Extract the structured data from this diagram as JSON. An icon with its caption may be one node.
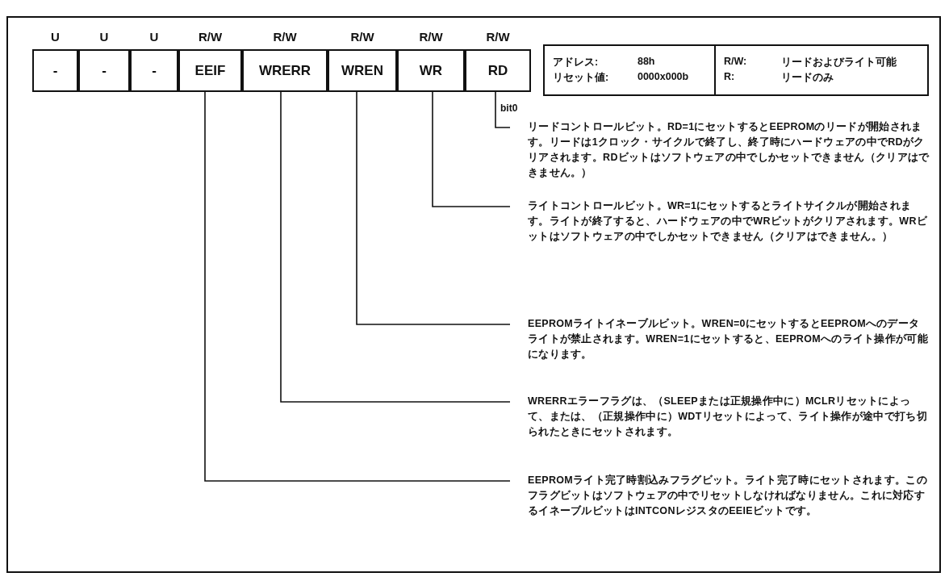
{
  "diagram": {
    "nodes": [
      {
        "text": [
          "-"
        ],
        "beside": [
          "U"
        ]
      },
      {
        "text": [
          "-"
        ],
        "beside": [
          "U"
        ]
      },
      {
        "text": [
          "-"
        ],
        "beside": [
          "U"
        ]
      },
      {
        "text": [
          "EEIF"
        ],
        "beside": [
          "R/W"
        ]
      },
      {
        "text": [
          "WRERR"
        ],
        "beside": [
          "R/W"
        ]
      },
      {
        "text": [
          "WREN"
        ],
        "beside": [
          "R/W"
        ]
      },
      {
        "text": [
          "WR"
        ],
        "beside": [
          "R/W"
        ]
      },
      {
        "text": [
          "RD"
        ],
        "beside": [
          "R/W"
        ]
      },
      {
        "text": [
          "アドレス:",
          "88h",
          "リセット値:",
          "0000x000b"
        ]
      },
      {
        "text": [
          "R/W:",
          "リードおよびライト可能",
          "R:",
          "リードのみ"
        ]
      },
      {
        "text": [
          "リードコントロールビット。RD=1にセットするとEEPROMのリードが開始されます。リードは1クロック・サイクルで終了し、終了時にハードウェアの中でRDがクリアされます。RDビットはソフトウェアの中でしかセットできません（クリアはできません。）"
        ]
      },
      {
        "text": [
          "ライトコントロールビット。WR=1にセットするとライトサイクルが開始されます。ライトが終了すると、ハードウェアの中でWRビットがクリアされます。WRビットはソフトウェアの中でしかセットできません（クリアはできません。）"
        ]
      },
      {
        "text": [
          "EEPROMライトイネーブルビット。WREN=0にセットするとEEPROMへのデータライトが禁止されます。WREN=1にセットすると、EEPROMへのライト操作が可能になります。"
        ]
      },
      {
        "text": [
          "WRERRエラーフラグは、（SLEEPまたは正規操作中に）MCLRリセットによって、または、（正規操作中に）WDTリセットによって、ライト操作が途中で打ち切られたときにセットされます。"
        ]
      },
      {
        "text": [
          "EEPROMライト完了時割込みフラグビット。ライト完了時にセットされます。このフラグビットはソフトウェアの中でリセットしなければなりません。これに対応するイネーブルビットはINTCONレジスタのEEIEビットです。"
        ]
      }
    ],
    "edges": [
      {
        "from": 7,
        "to": 10,
        "arrow": "none"
      },
      {
        "from": 6,
        "to": 11,
        "arrow": "none"
      },
      {
        "from": 5,
        "to": 12,
        "arrow": "none"
      },
      {
        "from": 4,
        "to": 13,
        "arrow": "none"
      },
      {
        "from": 3,
        "to": 14,
        "arrow": "none"
      }
    ],
    "labels": [
      "bit0"
    ]
  }
}
